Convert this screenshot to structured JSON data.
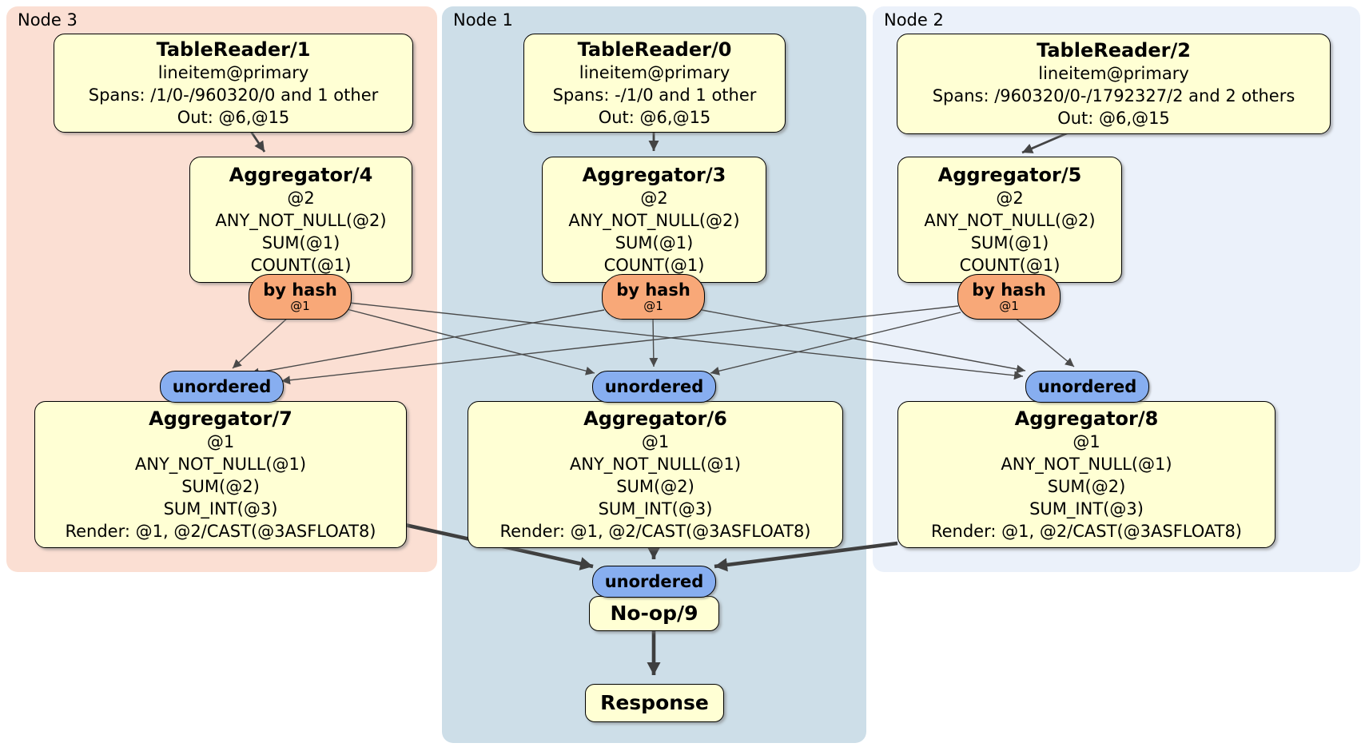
{
  "regions": {
    "node3": {
      "label": "Node 3"
    },
    "node1": {
      "label": "Node 1"
    },
    "node2": {
      "label": "Node 2"
    }
  },
  "processors": {
    "tr1": {
      "title": "TableReader/1",
      "lines": [
        "lineitem@primary",
        "Spans: /1/0-/960320/0 and 1 other",
        "Out: @6,@15"
      ]
    },
    "tr0": {
      "title": "TableReader/0",
      "lines": [
        "lineitem@primary",
        "Spans: -/1/0 and 1 other",
        "Out: @6,@15"
      ]
    },
    "tr2": {
      "title": "TableReader/2",
      "lines": [
        "lineitem@primary",
        "Spans: /960320/0-/1792327/2 and 2 others",
        "Out: @6,@15"
      ]
    },
    "agg4": {
      "title": "Aggregator/4",
      "lines": [
        "@2",
        "ANY_NOT_NULL(@2)",
        "SUM(@1)",
        "COUNT(@1)"
      ]
    },
    "agg3": {
      "title": "Aggregator/3",
      "lines": [
        "@2",
        "ANY_NOT_NULL(@2)",
        "SUM(@1)",
        "COUNT(@1)"
      ]
    },
    "agg5": {
      "title": "Aggregator/5",
      "lines": [
        "@2",
        "ANY_NOT_NULL(@2)",
        "SUM(@1)",
        "COUNT(@1)"
      ]
    },
    "agg7": {
      "title": "Aggregator/7",
      "lines": [
        "@1",
        "ANY_NOT_NULL(@1)",
        "SUM(@2)",
        "SUM_INT(@3)",
        "Render: @1, @2/CAST(@3ASFLOAT8)"
      ]
    },
    "agg6": {
      "title": "Aggregator/6",
      "lines": [
        "@1",
        "ANY_NOT_NULL(@1)",
        "SUM(@2)",
        "SUM_INT(@3)",
        "Render: @1, @2/CAST(@3ASFLOAT8)"
      ]
    },
    "agg8": {
      "title": "Aggregator/8",
      "lines": [
        "@1",
        "ANY_NOT_NULL(@1)",
        "SUM(@2)",
        "SUM_INT(@3)",
        "Render: @1, @2/CAST(@3ASFLOAT8)"
      ]
    },
    "noop": {
      "title": "No-op/9"
    },
    "response": {
      "title": "Response"
    }
  },
  "router": {
    "label": "by hash",
    "detail": "@1"
  },
  "sync": {
    "label": "unordered"
  },
  "colors": {
    "node3_bg": "#FBDFD3",
    "node1_bg": "#CDDEE8",
    "node2_bg": "#EBF1FA",
    "processor_fill": "#FFFFD4",
    "router_fill": "#F8A878",
    "sync_fill": "#87AEF0",
    "border": "#000000",
    "edge": "#4A4A4A"
  }
}
